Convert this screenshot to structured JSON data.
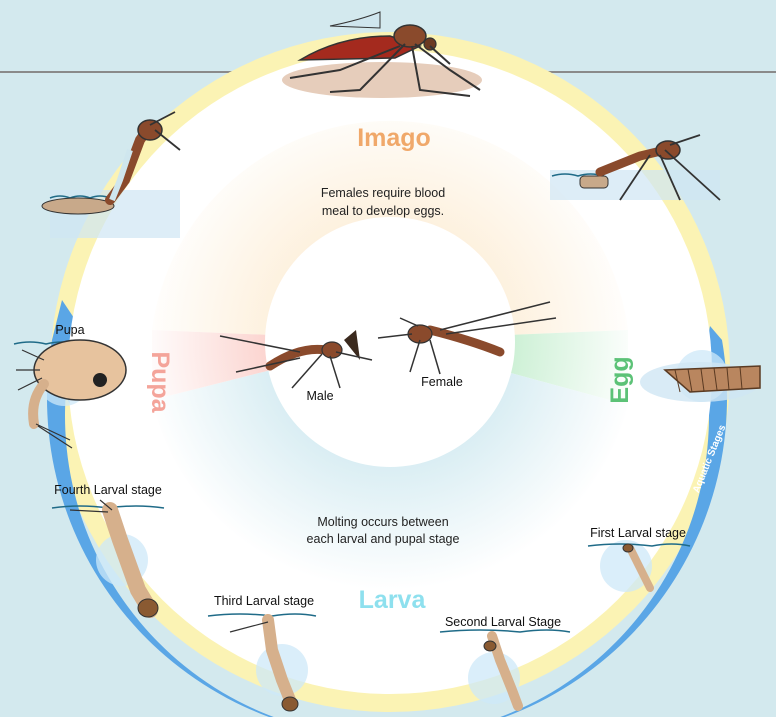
{
  "phases": {
    "imago": "Imago",
    "egg": "Egg",
    "larva": "Larva",
    "pupa": "Pupa"
  },
  "notes": {
    "blood_meal_line1": "Females require blood",
    "blood_meal_line2": "meal to develop eggs.",
    "molting_line1": "Molting occurs between",
    "molting_line2": "each larval and pupal stage"
  },
  "center": {
    "male": "Male",
    "female": "Female"
  },
  "stages": {
    "pupa": "Pupa",
    "fourth_larval": "Fourth Larval stage",
    "third_larval": "Third Larval stage",
    "second_larval": "Second Larval Stage",
    "first_larval": "First Larval stage"
  },
  "aquatic_label": "Aquatic Stages",
  "colors": {
    "background": "#d3e9ee",
    "adult_ring": "#fbf3b4",
    "aquatic_ring": "#5aa6e6",
    "imago_text": "#f0a86a",
    "egg_text": "#5cc277",
    "larva_text": "#8ee0ee",
    "pupa_text": "#f4a49a",
    "mosquito_body": "#8a4a2c"
  }
}
